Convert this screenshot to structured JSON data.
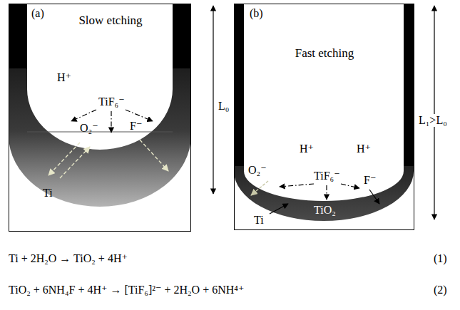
{
  "diagram": {
    "labels": [
      "(a)",
      "Slow etching",
      "H⁺",
      "TiF₆⁻",
      "O₂⁻",
      "F⁻",
      "Ti",
      "L₀",
      "(b)",
      "Fast etching",
      "H⁺",
      "H⁺",
      "TiF₆⁻",
      "O₂⁻",
      "F⁻",
      "Ti",
      "TiO₂",
      "L₁>L₀",
      "Ti + 2H₂O → TiO₂ + 4H⁺",
      "(1)",
      "TiO₂ + 6NH₄F + 4H⁺ → [TiF₆]²⁻ + 2H₂O + 6NH⁴⁺",
      "(2)"
    ]
  }
}
